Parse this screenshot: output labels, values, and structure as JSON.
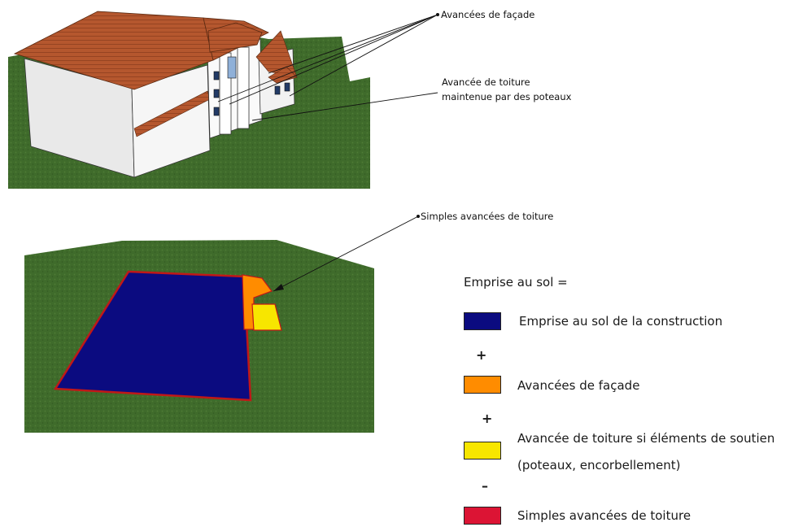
{
  "callouts": {
    "facade": "Avancées de façade",
    "roof_posts_line1": "Avancée de toiture",
    "roof_posts_line2": "maintenue par des poteaux",
    "simple_roof": "Simples avancées de toiture"
  },
  "legend": {
    "title": "Emprise au sol =",
    "items": [
      {
        "label": "Emprise au sol de la construction",
        "color": "#0b0b80"
      },
      {
        "label": "Avancées de façade",
        "color": "#ff8c00"
      },
      {
        "label_line1": "Avancée de toiture si éléments de soutien",
        "label_line2": "(poteaux, encorbellement)",
        "color": "#f7e600"
      },
      {
        "label": "Simples avancées de toiture",
        "color": "#dc1434"
      }
    ],
    "operators": [
      "+",
      "+",
      "–"
    ]
  },
  "colors": {
    "grass": "#3f6b2b",
    "roof": "#b5572e",
    "wall": "#f1f1f1"
  }
}
